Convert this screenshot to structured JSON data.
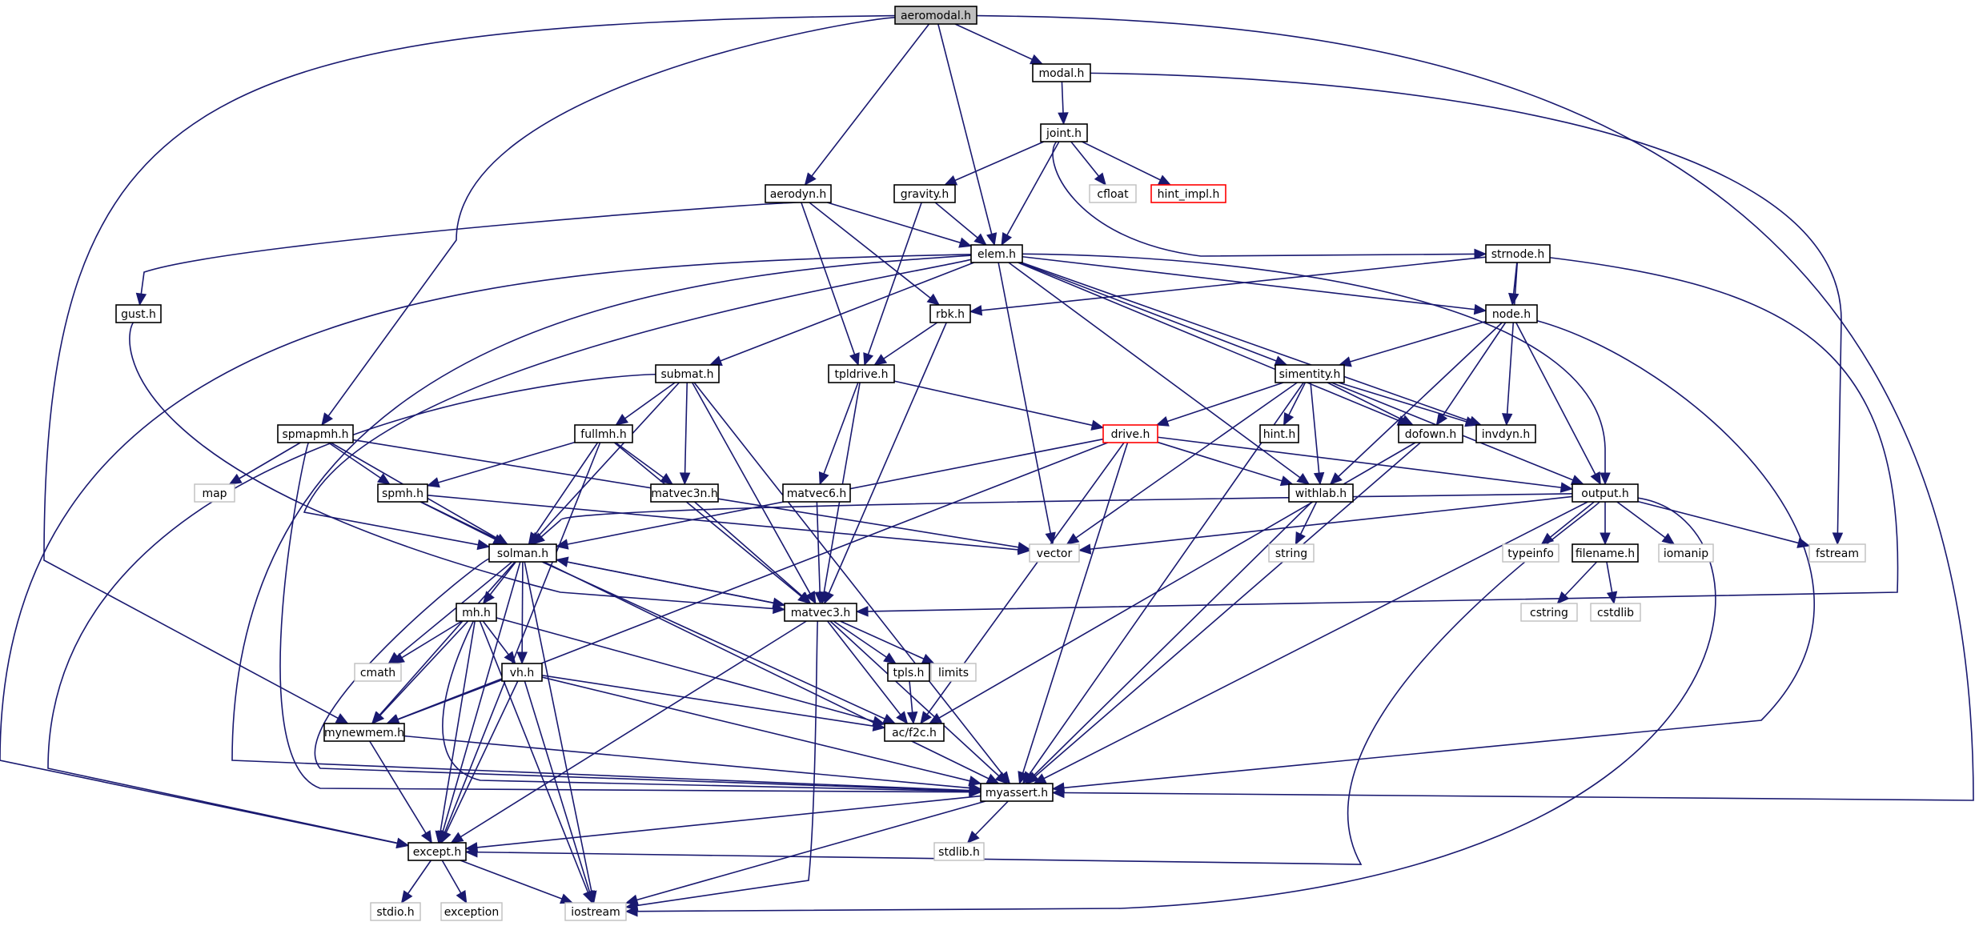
{
  "nodes": [
    {
      "id": "aeromodal",
      "label": "aeromodal.h",
      "kind": "root"
    },
    {
      "id": "modal",
      "label": "modal.h",
      "kind": "doc"
    },
    {
      "id": "joint",
      "label": "joint.h",
      "kind": "doc"
    },
    {
      "id": "gravity",
      "label": "gravity.h",
      "kind": "doc"
    },
    {
      "id": "cfloat",
      "label": "cfloat",
      "kind": "ext"
    },
    {
      "id": "hint_impl",
      "label": "hint_impl.h",
      "kind": "red"
    },
    {
      "id": "aerodyn",
      "label": "aerodyn.h",
      "kind": "doc"
    },
    {
      "id": "elem",
      "label": "elem.h",
      "kind": "doc"
    },
    {
      "id": "strnode",
      "label": "strnode.h",
      "kind": "doc"
    },
    {
      "id": "gust",
      "label": "gust.h",
      "kind": "doc"
    },
    {
      "id": "rbk",
      "label": "rbk.h",
      "kind": "doc"
    },
    {
      "id": "node",
      "label": "node.h",
      "kind": "doc"
    },
    {
      "id": "submat",
      "label": "submat.h",
      "kind": "doc"
    },
    {
      "id": "tpldrive",
      "label": "tpldrive.h",
      "kind": "doc"
    },
    {
      "id": "simentity",
      "label": "simentity.h",
      "kind": "doc"
    },
    {
      "id": "spmapmh",
      "label": "spmapmh.h",
      "kind": "doc"
    },
    {
      "id": "fullmh",
      "label": "fullmh.h",
      "kind": "doc"
    },
    {
      "id": "drive",
      "label": "drive.h",
      "kind": "red"
    },
    {
      "id": "hint",
      "label": "hint.h",
      "kind": "doc"
    },
    {
      "id": "dofown",
      "label": "dofown.h",
      "kind": "doc"
    },
    {
      "id": "invdyn",
      "label": "invdyn.h",
      "kind": "doc"
    },
    {
      "id": "map",
      "label": "map",
      "kind": "ext"
    },
    {
      "id": "spmh",
      "label": "spmh.h",
      "kind": "doc"
    },
    {
      "id": "matvec3n",
      "label": "matvec3n.h",
      "kind": "doc"
    },
    {
      "id": "matvec6",
      "label": "matvec6.h",
      "kind": "doc"
    },
    {
      "id": "withlab",
      "label": "withlab.h",
      "kind": "doc"
    },
    {
      "id": "output",
      "label": "output.h",
      "kind": "doc"
    },
    {
      "id": "solman",
      "label": "solman.h",
      "kind": "doc"
    },
    {
      "id": "vector",
      "label": "vector",
      "kind": "ext"
    },
    {
      "id": "string",
      "label": "string",
      "kind": "ext"
    },
    {
      "id": "typeinfo",
      "label": "typeinfo",
      "kind": "ext"
    },
    {
      "id": "filename",
      "label": "filename.h",
      "kind": "doc"
    },
    {
      "id": "iomanip",
      "label": "iomanip",
      "kind": "ext"
    },
    {
      "id": "fstream",
      "label": "fstream",
      "kind": "ext"
    },
    {
      "id": "mh",
      "label": "mh.h",
      "kind": "doc"
    },
    {
      "id": "matvec3",
      "label": "matvec3.h",
      "kind": "doc"
    },
    {
      "id": "cstring",
      "label": "cstring",
      "kind": "ext"
    },
    {
      "id": "cstdlib",
      "label": "cstdlib",
      "kind": "ext"
    },
    {
      "id": "cmath",
      "label": "cmath",
      "kind": "ext"
    },
    {
      "id": "vh",
      "label": "vh.h",
      "kind": "doc"
    },
    {
      "id": "tpls",
      "label": "tpls.h",
      "kind": "doc"
    },
    {
      "id": "limits",
      "label": "limits",
      "kind": "ext"
    },
    {
      "id": "mynewmem",
      "label": "mynewmem.h",
      "kind": "doc"
    },
    {
      "id": "acf2c",
      "label": "ac/f2c.h",
      "kind": "doc"
    },
    {
      "id": "myassert",
      "label": "myassert.h",
      "kind": "doc"
    },
    {
      "id": "except",
      "label": "except.h",
      "kind": "doc"
    },
    {
      "id": "stdlib",
      "label": "stdlib.h",
      "kind": "ext"
    },
    {
      "id": "stdio",
      "label": "stdio.h",
      "kind": "ext"
    },
    {
      "id": "exception",
      "label": "exception",
      "kind": "ext"
    },
    {
      "id": "iostream",
      "label": "iostream",
      "kind": "ext"
    }
  ],
  "edges": [
    [
      "aeromodal",
      "modal"
    ],
    [
      "aeromodal",
      "aerodyn"
    ],
    [
      "aeromodal",
      "elem"
    ],
    [
      "aeromodal",
      "spmapmh"
    ],
    [
      "aeromodal",
      "mynewmem"
    ],
    [
      "aeromodal",
      "myassert"
    ],
    [
      "modal",
      "joint"
    ],
    [
      "modal",
      "fstream"
    ],
    [
      "joint",
      "gravity"
    ],
    [
      "joint",
      "cfloat"
    ],
    [
      "joint",
      "hint_impl"
    ],
    [
      "joint",
      "elem"
    ],
    [
      "joint",
      "strnode"
    ],
    [
      "gravity",
      "elem"
    ],
    [
      "gravity",
      "tpldrive"
    ],
    [
      "aerodyn",
      "elem"
    ],
    [
      "aerodyn",
      "gust"
    ],
    [
      "aerodyn",
      "rbk"
    ],
    [
      "aerodyn",
      "tpldrive"
    ],
    [
      "elem",
      "except"
    ],
    [
      "elem",
      "myassert"
    ],
    [
      "elem",
      "solman"
    ],
    [
      "elem",
      "submat"
    ],
    [
      "elem",
      "vector"
    ],
    [
      "elem",
      "withlab"
    ],
    [
      "elem",
      "simentity"
    ],
    [
      "elem",
      "dofown"
    ],
    [
      "elem",
      "invdyn"
    ],
    [
      "elem",
      "node"
    ],
    [
      "elem",
      "output"
    ],
    [
      "strnode",
      "rbk"
    ],
    [
      "strnode",
      "node"
    ],
    [
      "strnode",
      "invdyn"
    ],
    [
      "strnode",
      "matvec3"
    ],
    [
      "gust",
      "matvec3"
    ],
    [
      "rbk",
      "tpldrive"
    ],
    [
      "rbk",
      "matvec3"
    ],
    [
      "node",
      "simentity"
    ],
    [
      "node",
      "dofown"
    ],
    [
      "node",
      "withlab"
    ],
    [
      "node",
      "output"
    ],
    [
      "node",
      "myassert"
    ],
    [
      "submat",
      "except"
    ],
    [
      "submat",
      "fullmh"
    ],
    [
      "submat",
      "matvec3n"
    ],
    [
      "submat",
      "matvec3"
    ],
    [
      "submat",
      "solman"
    ],
    [
      "submat",
      "myassert"
    ],
    [
      "tpldrive",
      "drive"
    ],
    [
      "tpldrive",
      "matvec6"
    ],
    [
      "tpldrive",
      "matvec3"
    ],
    [
      "simentity",
      "drive"
    ],
    [
      "simentity",
      "vector"
    ],
    [
      "simentity",
      "hint"
    ],
    [
      "simentity",
      "withlab"
    ],
    [
      "simentity",
      "dofown"
    ],
    [
      "simentity",
      "invdyn"
    ],
    [
      "simentity",
      "output"
    ],
    [
      "simentity",
      "myassert"
    ],
    [
      "spmapmh",
      "map"
    ],
    [
      "spmapmh",
      "spmh"
    ],
    [
      "spmapmh",
      "solman"
    ],
    [
      "spmapmh",
      "vector"
    ],
    [
      "spmapmh",
      "myassert"
    ],
    [
      "fullmh",
      "spmh"
    ],
    [
      "fullmh",
      "solman"
    ],
    [
      "fullmh",
      "matvec3n"
    ],
    [
      "fullmh",
      "matvec3"
    ],
    [
      "fullmh",
      "except"
    ],
    [
      "drive",
      "solman"
    ],
    [
      "drive",
      "withlab"
    ],
    [
      "drive",
      "output"
    ],
    [
      "drive",
      "mynewmem"
    ],
    [
      "drive",
      "acf2c"
    ],
    [
      "drive",
      "myassert"
    ],
    [
      "dofown",
      "acf2c"
    ],
    [
      "dofown",
      "myassert"
    ],
    [
      "spmh",
      "solman"
    ],
    [
      "spmh",
      "vector"
    ],
    [
      "spmh",
      "myassert"
    ],
    [
      "matvec3n",
      "matvec3"
    ],
    [
      "matvec6",
      "matvec3"
    ],
    [
      "withlab",
      "string"
    ],
    [
      "withlab",
      "myassert"
    ],
    [
      "output",
      "solman"
    ],
    [
      "output",
      "vector"
    ],
    [
      "output",
      "typeinfo"
    ],
    [
      "output",
      "filename"
    ],
    [
      "output",
      "iomanip"
    ],
    [
      "output",
      "fstream"
    ],
    [
      "output",
      "myassert"
    ],
    [
      "output",
      "except"
    ],
    [
      "output",
      "iostream"
    ],
    [
      "solman",
      "matvec3"
    ],
    [
      "solman",
      "mh"
    ],
    [
      "solman",
      "vh"
    ],
    [
      "solman",
      "cmath"
    ],
    [
      "solman",
      "mynewmem"
    ],
    [
      "solman",
      "except"
    ],
    [
      "solman",
      "iostream"
    ],
    [
      "solman",
      "acf2c"
    ],
    [
      "solman",
      "myassert"
    ],
    [
      "filename",
      "cstring"
    ],
    [
      "filename",
      "cstdlib"
    ],
    [
      "mh",
      "cmath"
    ],
    [
      "mh",
      "vh"
    ],
    [
      "mh",
      "mynewmem"
    ],
    [
      "mh",
      "except"
    ],
    [
      "mh",
      "iostream"
    ],
    [
      "mh",
      "acf2c"
    ],
    [
      "mh",
      "myassert"
    ],
    [
      "matvec3",
      "solman"
    ],
    [
      "matvec3",
      "tpls"
    ],
    [
      "matvec3",
      "limits"
    ],
    [
      "matvec3",
      "acf2c"
    ],
    [
      "matvec3",
      "myassert"
    ],
    [
      "matvec3",
      "except"
    ],
    [
      "matvec3",
      "iostream"
    ],
    [
      "vh",
      "mynewmem"
    ],
    [
      "vh",
      "except"
    ],
    [
      "vh",
      "iostream"
    ],
    [
      "vh",
      "acf2c"
    ],
    [
      "vh",
      "myassert"
    ],
    [
      "tpls",
      "acf2c"
    ],
    [
      "mynewmem",
      "myassert"
    ],
    [
      "mynewmem",
      "except"
    ],
    [
      "myassert",
      "stdlib"
    ],
    [
      "myassert",
      "except"
    ],
    [
      "myassert",
      "iostream"
    ],
    [
      "except",
      "stdio"
    ],
    [
      "except",
      "exception"
    ],
    [
      "except",
      "iostream"
    ]
  ]
}
